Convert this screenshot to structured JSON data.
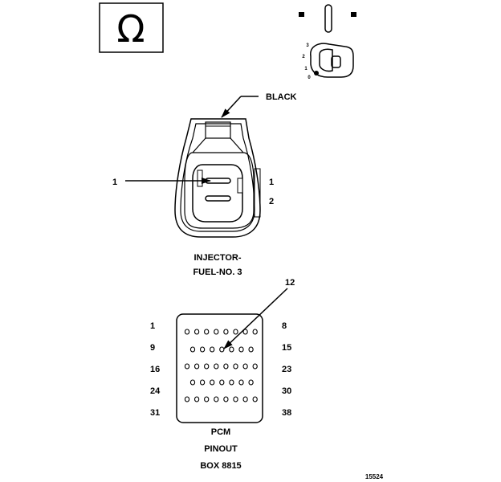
{
  "ohm_symbol": "Ω",
  "ignition": {
    "positions": [
      "3",
      "2",
      "1",
      "0"
    ]
  },
  "injector": {
    "wire_color": "BLACK",
    "callout": "1",
    "pins": [
      "1",
      "2"
    ],
    "title_line1": "INJECTOR-",
    "title_line2": "FUEL-NO. 3"
  },
  "pcm": {
    "callout": "12",
    "left_labels": [
      "1",
      "9",
      "16",
      "24",
      "31"
    ],
    "right_labels": [
      "8",
      "15",
      "23",
      "30",
      "38"
    ],
    "title_line1": "PCM",
    "title_line2": "PINOUT",
    "title_line3": "BOX 8815"
  },
  "figure_number": "15524"
}
